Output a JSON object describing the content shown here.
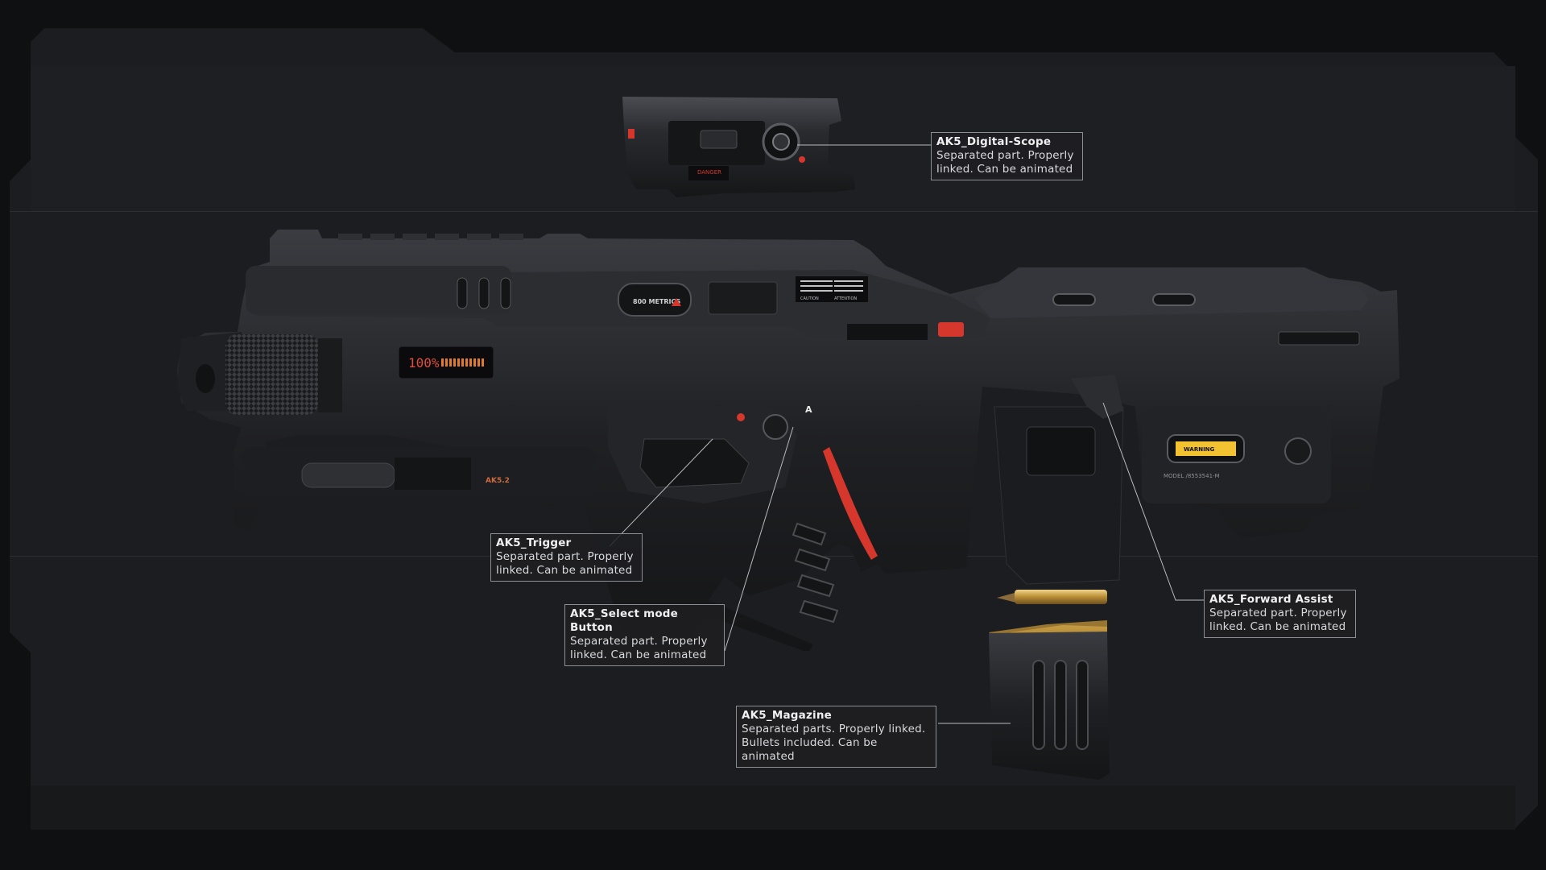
{
  "scope": {
    "danger_label": "DANGER"
  },
  "weapon": {
    "brand_badge": "800 METRICS",
    "display_readout": "100%",
    "side_mark": "AK5.2",
    "fire_mode_mark": "A",
    "model_plate": "MODEL /8553541-M",
    "warning_plate": "WARNING",
    "caution_plate": "CAUTION",
    "attention_plate": "ATTENTION"
  },
  "callouts": [
    {
      "title": "AK5_Digital-Scope",
      "desc1": "Separated part. Properly",
      "desc2": "linked. Can be animated"
    },
    {
      "title": "AK5_Trigger",
      "desc1": "Separated part. Properly",
      "desc2": "linked. Can be animated"
    },
    {
      "title": "AK5_Select mode Button",
      "desc1": "Separated part. Properly",
      "desc2": "linked. Can be animated"
    },
    {
      "title": "AK5_Forward Assist",
      "desc1": "Separated part. Properly",
      "desc2": "linked. Can be animated"
    },
    {
      "title": "AK5_Magazine",
      "desc1": "Separated parts. Properly linked.",
      "desc2": "Bullets included. Can be animated"
    }
  ],
  "colors": {
    "background": "#0f1012",
    "panel": "#1c1d20",
    "panel_band": "#212226",
    "accent_red": "#d6372c",
    "brass": "#c9a24a",
    "label_border": "#8b8e93"
  }
}
